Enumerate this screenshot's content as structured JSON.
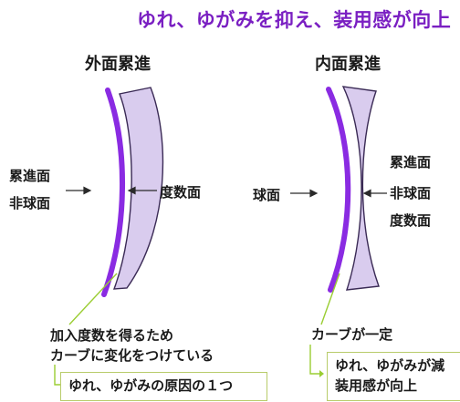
{
  "headline": "ゆれ、ゆがみを抑え、装用感が向上",
  "left": {
    "title": "外面累進",
    "label_outer_line1": "累進面",
    "label_outer_line2": "非球面",
    "label_inner": "度数面",
    "note_line1": "加入度数を得るため",
    "note_line2": "カーブに変化をつけている",
    "box_text": "ゆれ、ゆがみの原因の１つ"
  },
  "right": {
    "title": "内面累進",
    "label_outer": "球面",
    "label_inner_line1": "累進面",
    "label_inner_line2": "非球面",
    "label_inner_line3": "度数面",
    "note_line1": "カーブが一定",
    "box_line1": "ゆれ、ゆがみが減",
    "box_line2": "装用感が向上"
  },
  "colors": {
    "accent_purple": "#8a2be2",
    "lens_fill": "#d9ccee",
    "lens_stroke": "#3a2a55",
    "box_border": "#b8cc6a",
    "connector": "#9acd32"
  }
}
